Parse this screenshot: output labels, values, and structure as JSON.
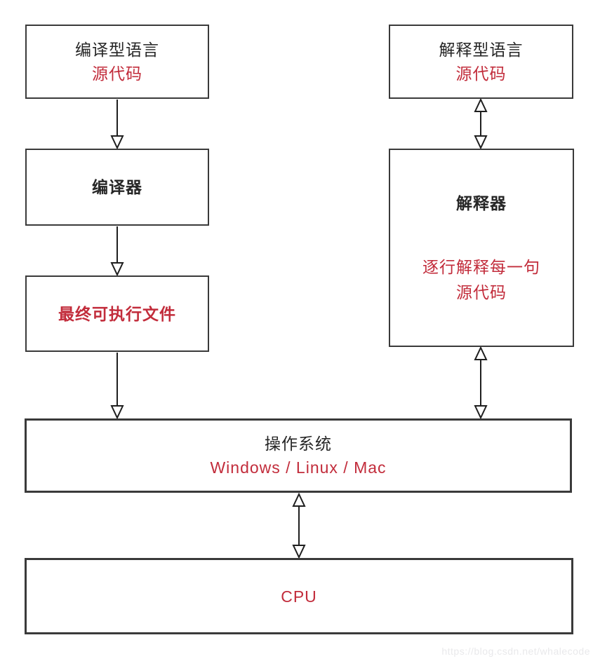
{
  "diagram": {
    "nodes": {
      "compiled_source": {
        "title": "编译型语言",
        "subtitle": "源代码"
      },
      "compiler": {
        "title": "编译器"
      },
      "executable": {
        "title": "最终可执行文件"
      },
      "interpreted_source": {
        "title": "解释型语言",
        "subtitle": "源代码"
      },
      "interpreter": {
        "title": "解释器",
        "subtitle_line1": "逐行解释每一句",
        "subtitle_line2": "源代码"
      },
      "os": {
        "title": "操作系统",
        "subtitle": "Windows / Linux / Mac"
      },
      "cpu": {
        "title": "CPU"
      }
    },
    "colors": {
      "accent_red": "#c22c3b",
      "text_black": "#262626",
      "border": "#3a3a3a",
      "watermark_gray": "#e9e9eb"
    },
    "watermark": "https://blog.csdn.net/whalecode"
  }
}
